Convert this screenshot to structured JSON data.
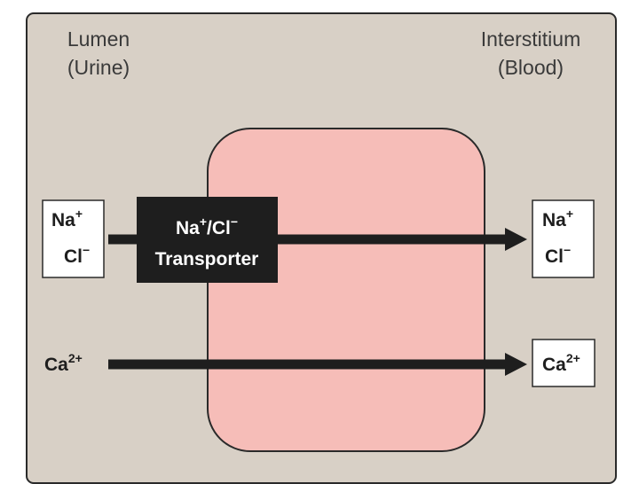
{
  "colors": {
    "background": "#d8d0c6",
    "cell": "#f6bdb8",
    "transporter": "#1e1e1e",
    "arrow": "#1e1e1e",
    "box_fill": "#ffffff",
    "outline": "#2a2a2a"
  },
  "regions": {
    "lumen": {
      "line1": "Lumen",
      "line2": "(Urine)"
    },
    "interstitium": {
      "line1": "Interstitium",
      "line2": "(Blood)"
    }
  },
  "ions": {
    "na_base": "Na",
    "na_charge": "+",
    "cl_base": "Cl",
    "cl_charge": "−",
    "ca_base": "Ca",
    "ca_charge": "2+"
  },
  "transporter": {
    "line1_na": "Na",
    "line1_plus": "+",
    "line1_slash_cl": "/Cl",
    "line1_minus": "−",
    "line2": "Transporter"
  }
}
